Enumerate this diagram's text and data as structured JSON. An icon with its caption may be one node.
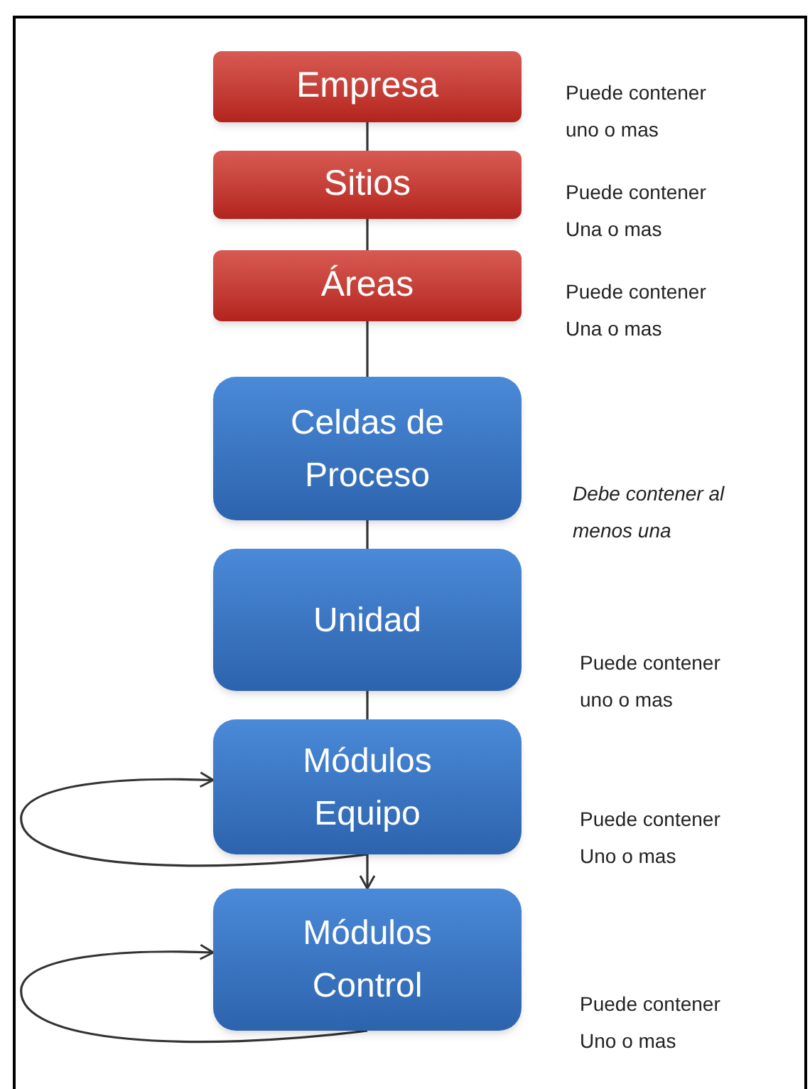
{
  "diagram": {
    "nodes": [
      {
        "text": [
          "Empresa"
        ]
      },
      {
        "text": [
          "Sitios"
        ]
      },
      {
        "text": [
          "Áreas"
        ]
      },
      {
        "text": [
          "Celdas de Proceso"
        ]
      },
      {
        "text": [
          "Unidad"
        ]
      },
      {
        "text": [
          "Módulos Equipo"
        ]
      },
      {
        "text": [
          "Módulos Control"
        ]
      }
    ],
    "edges": [
      {
        "from": 0,
        "to": 1,
        "arrow": "none"
      },
      {
        "from": 1,
        "to": 2,
        "arrow": "none"
      },
      {
        "from": 2,
        "to": 3,
        "arrow": "none"
      },
      {
        "from": 3,
        "to": 4,
        "arrow": "none"
      },
      {
        "from": 4,
        "to": 5,
        "arrow": "none"
      },
      {
        "from": 5,
        "to": 6,
        "arrow": "to"
      },
      {
        "from": 5,
        "to": 5,
        "arrow": "to"
      },
      {
        "from": 6,
        "to": 6,
        "arrow": "to"
      }
    ],
    "labels": [
      "Puede contener uno o mas",
      "Puede contener Una o mas",
      "Puede contener Una o mas",
      "Debe contener al menos una",
      "Puede contener uno o mas",
      "Puede contener Uno o mas",
      "Puede contener Uno o mas"
    ]
  }
}
